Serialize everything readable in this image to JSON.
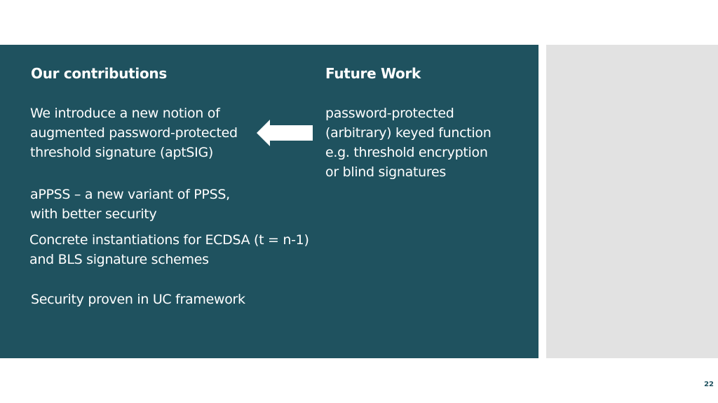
{
  "contributions": {
    "heading": "Our contributions",
    "items": [
      [
        "We introduce a new notion of",
        "augmented password-protected",
        "threshold signature (aptSIG)"
      ],
      [
        "aPPSS – a new variant of PPSS,",
        "with better security"
      ],
      [
        "Concrete instantiations for ECDSA (t = n-1)",
        "and BLS signature schemes"
      ],
      [
        "Security proven in UC framework"
      ]
    ]
  },
  "future_work": {
    "heading": "Future Work",
    "lines": [
      "password-protected",
      "(arbitrary) keyed function",
      "e.g. threshold encryption",
      "or blind signatures"
    ]
  },
  "slide_number": "22",
  "colors": {
    "panel": "#1f525f",
    "side_panel": "#e2e2e2",
    "text": "#ffffff"
  }
}
